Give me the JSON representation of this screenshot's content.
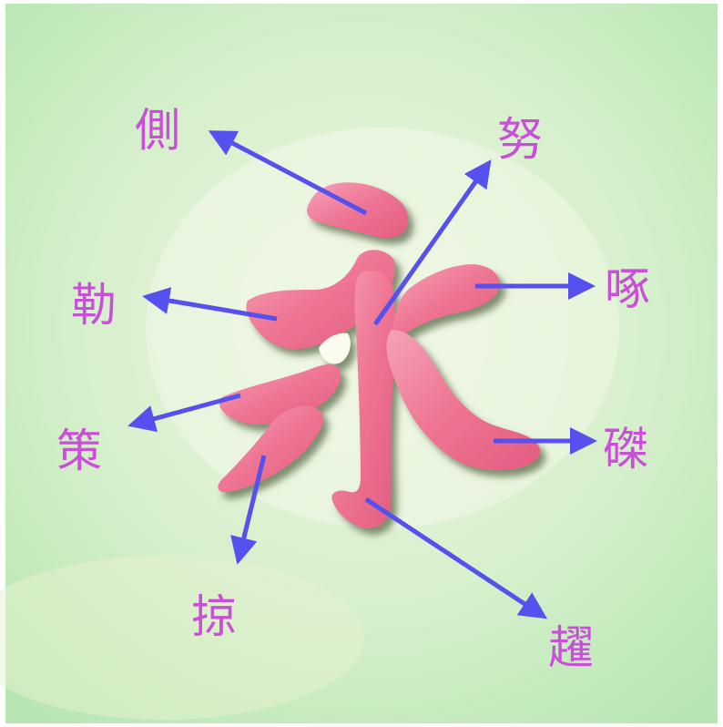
{
  "character": "永",
  "strokes": [
    {
      "id": "ce",
      "label": "側"
    },
    {
      "id": "le",
      "label": "勒"
    },
    {
      "id": "nu",
      "label": "努"
    },
    {
      "id": "ti",
      "label": "趯"
    },
    {
      "id": "ce2",
      "label": "策"
    },
    {
      "id": "lve",
      "label": "掠"
    },
    {
      "id": "zhuo",
      "label": "啄"
    },
    {
      "id": "zhe",
      "label": "磔"
    }
  ],
  "colors": {
    "stroke_fill": "#ee7493",
    "stroke_shadow": "#6f7d5a",
    "arrow": "#5550ee",
    "label": "#c94fd8",
    "background_start": "#c2eab8",
    "background_mid": "#e4f4d8"
  }
}
